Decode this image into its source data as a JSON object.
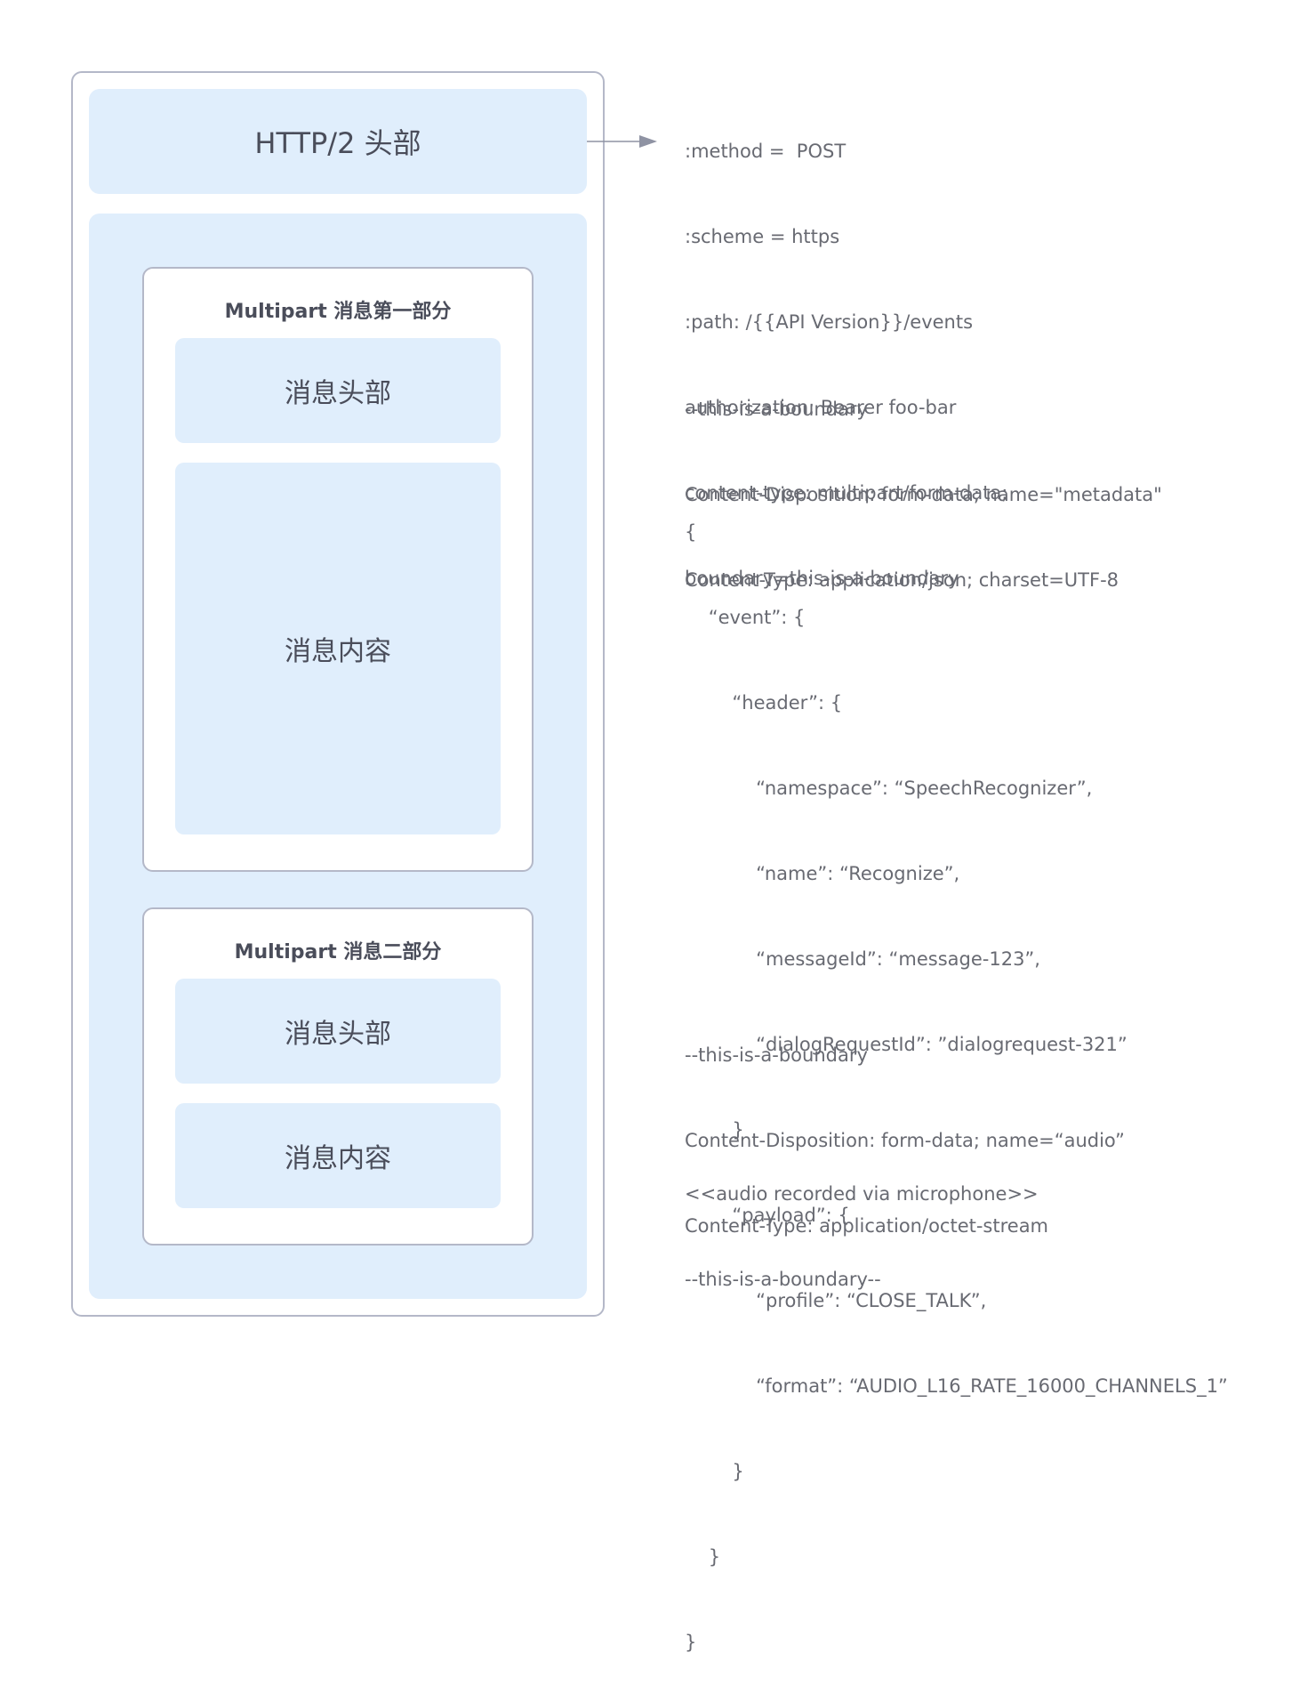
{
  "diagram": {
    "http_header_label": "HTTP/2 头部",
    "part_one": {
      "title": "Multipart 消息第一部分",
      "header_label": "消息头部",
      "content_label": "消息内容"
    },
    "part_two": {
      "title": "Multipart 消息二部分",
      "header_label": "消息头部",
      "content_label": "消息内容"
    }
  },
  "request": {
    "http_header_lines": [
      ":method =  POST",
      ":scheme = https",
      ":path: /{{API Version}}/events",
      "authorization: Bearer foo-bar",
      "content-type: multipart/form-data;",
      "boundary=this-is-a-boundary"
    ],
    "metadata_header_lines": [
      "--this-is-a-boundary",
      "Content-Disposition: form-data; name=\"metadata\"",
      "Content-Type: application/json; charset=UTF-8"
    ],
    "metadata_json_lines": [
      "{",
      "    “event”: {",
      "        “header”: {",
      "            “namespace”: “SpeechRecognizer”,",
      "            “name”: “Recognize”,",
      "            “messageId”: “message-123”,",
      "            “dialogRequestId”: ”dialogrequest-321”",
      "        }",
      "        “payload”: {",
      "            “profile”: “CLOSE_TALK”,",
      "            “format”: “AUDIO_L16_RATE_16000_CHANNELS_1”",
      "        }",
      "    }",
      "}"
    ],
    "audio_header_lines": [
      "--this-is-a-boundary",
      "Content-Disposition: form-data; name=“audio”",
      "Content-Type: application/octet-stream"
    ],
    "audio_body_lines": [
      "<<audio recorded via microphone>>",
      "--this-is-a-boundary--"
    ]
  }
}
